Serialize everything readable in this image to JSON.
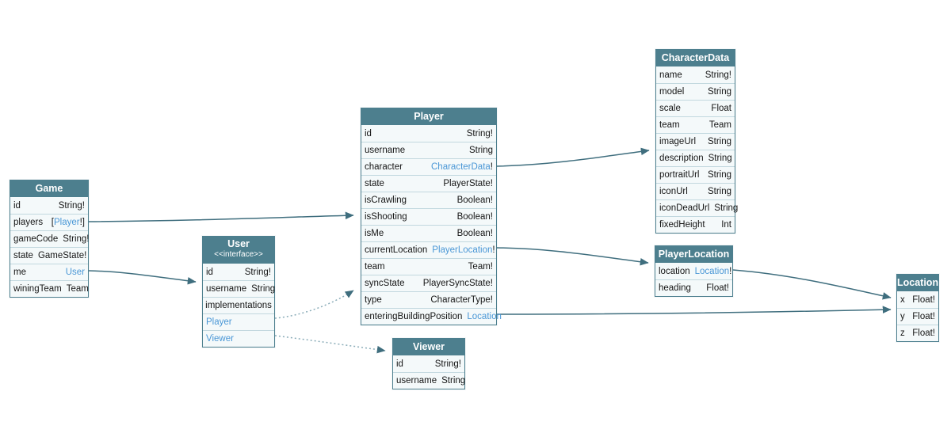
{
  "diagram": {
    "kind": "graphql-schema-diagram",
    "colors": {
      "node_header_bg": "#4d7f8e",
      "node_header_text": "#ffffff",
      "row_bg": "#f4f9fa",
      "node_border": "#4d7f8e",
      "row_divider": "#c2d8df",
      "field_text": "#151515",
      "type_link": "#4a97d6",
      "edge_solid": "#3f6e7e",
      "edge_dotted": "#8aacb8",
      "background": "#ffffff"
    }
  },
  "nodes": {
    "game": {
      "title": "Game",
      "fields": [
        {
          "name": "id",
          "pre": "String!",
          "link": "",
          "post": ""
        },
        {
          "name": "players",
          "pre": "[",
          "link": "Player",
          "post": "!]"
        },
        {
          "name": "gameCode",
          "pre": "String!",
          "link": "",
          "post": ""
        },
        {
          "name": "state",
          "pre": "GameState!",
          "link": "",
          "post": ""
        },
        {
          "name": "me",
          "pre": "",
          "link": "User",
          "post": ""
        },
        {
          "name": "winingTeam",
          "pre": "Team",
          "link": "",
          "post": ""
        }
      ]
    },
    "user": {
      "title": "User",
      "stereotype": "<<interface>>",
      "fields": [
        {
          "name": "id",
          "pre": "String!",
          "link": "",
          "post": ""
        },
        {
          "name": "username",
          "pre": "String",
          "link": "",
          "post": ""
        },
        {
          "name": "implementations",
          "pre": "",
          "link": "",
          "post": ""
        },
        {
          "name": "Player",
          "pre": "",
          "link": "",
          "post": ""
        },
        {
          "name": "Viewer",
          "pre": "",
          "link": "",
          "post": ""
        }
      ]
    },
    "player": {
      "title": "Player",
      "fields": [
        {
          "name": "id",
          "pre": "String!",
          "link": "",
          "post": ""
        },
        {
          "name": "username",
          "pre": "String",
          "link": "",
          "post": ""
        },
        {
          "name": "character",
          "pre": "",
          "link": "CharacterData",
          "post": "!"
        },
        {
          "name": "state",
          "pre": "PlayerState!",
          "link": "",
          "post": ""
        },
        {
          "name": "isCrawling",
          "pre": "Boolean!",
          "link": "",
          "post": ""
        },
        {
          "name": "isShooting",
          "pre": "Boolean!",
          "link": "",
          "post": ""
        },
        {
          "name": "isMe",
          "pre": "Boolean!",
          "link": "",
          "post": ""
        },
        {
          "name": "currentLocation",
          "pre": "",
          "link": "PlayerLocation",
          "post": "!"
        },
        {
          "name": "team",
          "pre": "Team!",
          "link": "",
          "post": ""
        },
        {
          "name": "syncState",
          "pre": "PlayerSyncState!",
          "link": "",
          "post": ""
        },
        {
          "name": "type",
          "pre": "CharacterType!",
          "link": "",
          "post": ""
        },
        {
          "name": "enteringBuildingPosition",
          "pre": "",
          "link": "Location",
          "post": ""
        }
      ]
    },
    "viewer": {
      "title": "Viewer",
      "fields": [
        {
          "name": "id",
          "pre": "String!",
          "link": "",
          "post": ""
        },
        {
          "name": "username",
          "pre": "String",
          "link": "",
          "post": ""
        }
      ]
    },
    "characterdata": {
      "title": "CharacterData",
      "fields": [
        {
          "name": "name",
          "pre": "String!",
          "link": "",
          "post": ""
        },
        {
          "name": "model",
          "pre": "String",
          "link": "",
          "post": ""
        },
        {
          "name": "scale",
          "pre": "Float",
          "link": "",
          "post": ""
        },
        {
          "name": "team",
          "pre": "Team",
          "link": "",
          "post": ""
        },
        {
          "name": "imageUrl",
          "pre": "String",
          "link": "",
          "post": ""
        },
        {
          "name": "description",
          "pre": "String",
          "link": "",
          "post": ""
        },
        {
          "name": "portraitUrl",
          "pre": "String",
          "link": "",
          "post": ""
        },
        {
          "name": "iconUrl",
          "pre": "String",
          "link": "",
          "post": ""
        },
        {
          "name": "iconDeadUrl",
          "pre": "String",
          "link": "",
          "post": ""
        },
        {
          "name": "fixedHeight",
          "pre": "Int",
          "link": "",
          "post": ""
        }
      ]
    },
    "playerlocation": {
      "title": "PlayerLocation",
      "fields": [
        {
          "name": "location",
          "pre": "",
          "link": "Location",
          "post": "!"
        },
        {
          "name": "heading",
          "pre": "Float!",
          "link": "",
          "post": ""
        }
      ]
    },
    "location": {
      "title": "Location",
      "fields": [
        {
          "name": "x",
          "pre": "Float!",
          "link": "",
          "post": ""
        },
        {
          "name": "y",
          "pre": "Float!",
          "link": "",
          "post": ""
        },
        {
          "name": "z",
          "pre": "Float!",
          "link": "",
          "post": ""
        }
      ]
    }
  },
  "edges": [
    {
      "from": "Game.players",
      "to": "Player",
      "style": "solid"
    },
    {
      "from": "Game.me",
      "to": "User",
      "style": "solid"
    },
    {
      "from": "Player.character",
      "to": "CharacterData",
      "style": "solid"
    },
    {
      "from": "Player.currentLocation",
      "to": "PlayerLocation",
      "style": "solid"
    },
    {
      "from": "Player.enteringBuildingPosition",
      "to": "Location",
      "style": "solid"
    },
    {
      "from": "PlayerLocation.location",
      "to": "Location",
      "style": "solid"
    },
    {
      "from": "User.Player",
      "to": "Player",
      "style": "dotted"
    },
    {
      "from": "User.Viewer",
      "to": "Viewer",
      "style": "dotted"
    }
  ]
}
